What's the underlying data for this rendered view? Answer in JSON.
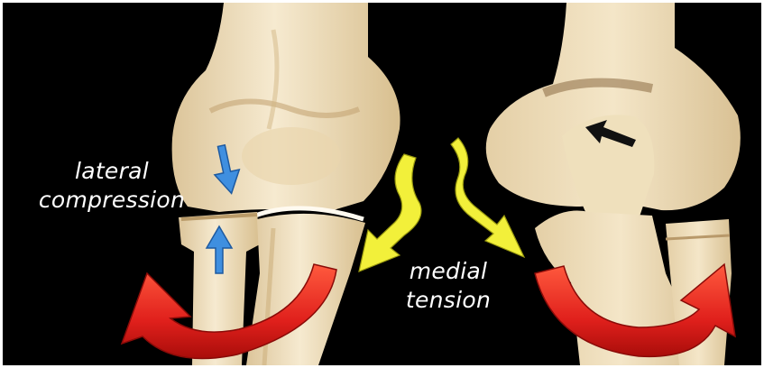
{
  "labels": {
    "lateral_line1": "lateral",
    "lateral_line2": "compression",
    "medial_line1": "medial",
    "medial_line2": "tension"
  },
  "colors": {
    "background": "#000000",
    "bone": "#f1e2bd",
    "bone_shadow": "#c9ad7e",
    "compression_arrow": "#3f8fe0",
    "tension_arrow": "#f2f03a",
    "rotation_arrow": "#e0201c",
    "joint_arrow": "#111111",
    "label_text": "#ffffff"
  },
  "icons": {
    "compression_arrows": "arrow-down-blue / arrow-up-blue",
    "tension_arrows": "wavy-arrow-yellow",
    "rotation_arrows": "curved-arrow-red",
    "joint_arrow": "arrow-left-black"
  }
}
